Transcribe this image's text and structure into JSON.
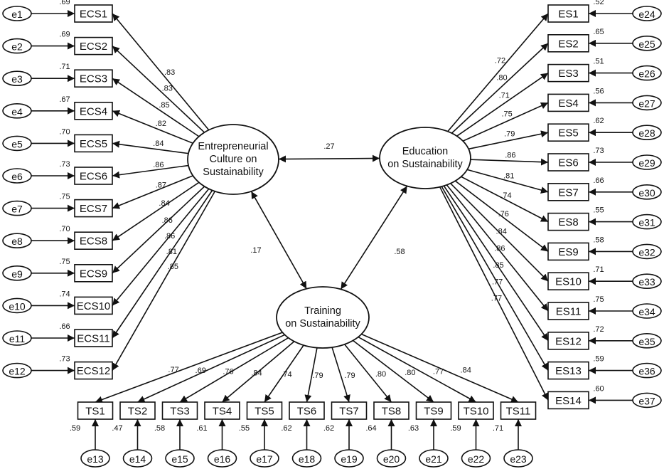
{
  "latents": {
    "ecs": {
      "lines": [
        "Entrepreneurial",
        "Culture on",
        "Sustainability"
      ]
    },
    "es": {
      "lines": [
        "Education",
        "on Sustainability"
      ]
    },
    "ts": {
      "lines": [
        "Training",
        "on Sustainability"
      ]
    }
  },
  "correlations": {
    "ecs_es": ".27",
    "ecs_ts": ".17",
    "es_ts": ".58"
  },
  "ecs_items": [
    {
      "label": "ECS1",
      "error": "e1",
      "r2": ".69",
      "loading": ".83"
    },
    {
      "label": "ECS2",
      "error": "e2",
      "r2": ".69",
      "loading": ".83"
    },
    {
      "label": "ECS3",
      "error": "e3",
      "r2": ".71",
      "loading": ".85"
    },
    {
      "label": "ECS4",
      "error": "e4",
      "r2": ".67",
      "loading": ".82"
    },
    {
      "label": "ECS5",
      "error": "e5",
      "r2": ".70",
      "loading": ".84"
    },
    {
      "label": "ECS6",
      "error": "e6",
      "r2": ".73",
      "loading": ".86"
    },
    {
      "label": "ECS7",
      "error": "e7",
      "r2": ".75",
      "loading": ".87"
    },
    {
      "label": "ECS8",
      "error": "e8",
      "r2": ".70",
      "loading": ".84"
    },
    {
      "label": "ECS9",
      "error": "e9",
      "r2": ".75",
      "loading": ".86"
    },
    {
      "label": "ECS10",
      "error": "e10",
      "r2": ".74",
      "loading": ".86"
    },
    {
      "label": "ECS11",
      "error": "e11",
      "r2": ".66",
      "loading": ".81"
    },
    {
      "label": "ECS12",
      "error": "e12",
      "r2": ".73",
      "loading": ".85"
    }
  ],
  "es_items": [
    {
      "label": "ES1",
      "error": "e24",
      "r2": ".52",
      "loading": ".72"
    },
    {
      "label": "ES2",
      "error": "e25",
      "r2": ".65",
      "loading": ".80"
    },
    {
      "label": "ES3",
      "error": "e26",
      "r2": ".51",
      "loading": ".71"
    },
    {
      "label": "ES4",
      "error": "e27",
      "r2": ".56",
      "loading": ".75"
    },
    {
      "label": "ES5",
      "error": "e28",
      "r2": ".62",
      "loading": ".79"
    },
    {
      "label": "ES6",
      "error": "e29",
      "r2": ".73",
      "loading": ".86"
    },
    {
      "label": "ES7",
      "error": "e30",
      "r2": ".66",
      "loading": ".81"
    },
    {
      "label": "ES8",
      "error": "e31",
      "r2": ".55",
      "loading": ".74"
    },
    {
      "label": "ES9",
      "error": "e32",
      "r2": ".58",
      "loading": ".76"
    },
    {
      "label": "ES10",
      "error": "e33",
      "r2": ".71",
      "loading": ".84"
    },
    {
      "label": "ES11",
      "error": "e34",
      "r2": ".75",
      "loading": ".86"
    },
    {
      "label": "ES12",
      "error": "e35",
      "r2": ".72",
      "loading": ".85"
    },
    {
      "label": "ES13",
      "error": "e36",
      "r2": ".59",
      "loading": ".77"
    },
    {
      "label": "ES14",
      "error": "e37",
      "r2": ".60",
      "loading": ".77"
    }
  ],
  "ts_items": [
    {
      "label": "TS1",
      "error": "e13",
      "r2": ".59",
      "loading": ".77"
    },
    {
      "label": "TS2",
      "error": "e14",
      "r2": ".47",
      "loading": ".69"
    },
    {
      "label": "TS3",
      "error": "e15",
      "r2": ".58",
      "loading": ".76"
    },
    {
      "label": "TS4",
      "error": "e16",
      "r2": ".61",
      "loading": ".84"
    },
    {
      "label": "TS5",
      "error": "e17",
      "r2": ".55",
      "loading": ".74"
    },
    {
      "label": "TS6",
      "error": "e18",
      "r2": ".62",
      "loading": ".79"
    },
    {
      "label": "TS7",
      "error": "e19",
      "r2": ".62",
      "loading": ".79"
    },
    {
      "label": "TS8",
      "error": "e20",
      "r2": ".64",
      "loading": ".80"
    },
    {
      "label": "TS9",
      "error": "e21",
      "r2": ".63",
      "loading": ".80"
    },
    {
      "label": "TS10",
      "error": "e22",
      "r2": ".59",
      "loading": ".77"
    },
    {
      "label": "TS11",
      "error": "e23",
      "r2": ".71",
      "loading": ".84"
    }
  ]
}
